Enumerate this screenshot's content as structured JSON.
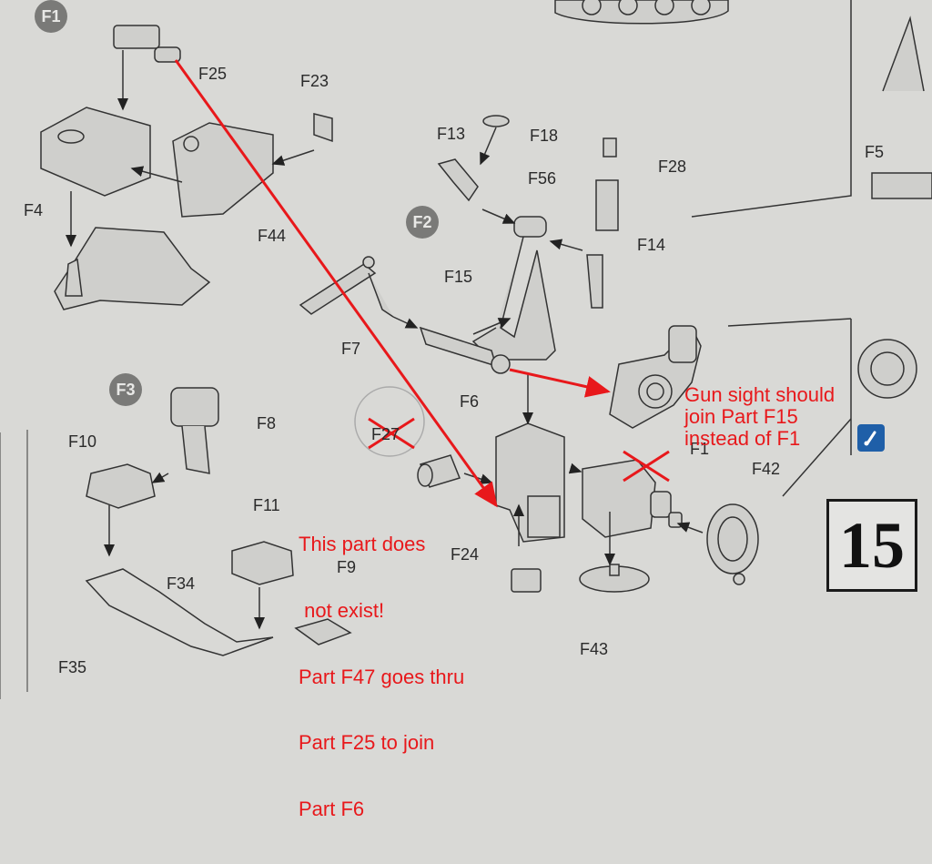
{
  "step": {
    "number": "15",
    "badges": [
      "F1",
      "F2",
      "F3"
    ]
  },
  "parts": {
    "F25": "F25",
    "F23": "F23",
    "F4": "F4",
    "F44": "F44",
    "F13": "F13",
    "F18": "F18",
    "F56": "F56",
    "F28": "F28",
    "F14": "F14",
    "F15": "F15",
    "F7": "F7",
    "F5": "F5",
    "F8": "F8",
    "F10": "F10",
    "F6": "F6",
    "F27": "F27",
    "F1": "F1",
    "F42": "F42",
    "F11": "F11",
    "F9": "F9",
    "F34": "F34",
    "F24": "F24",
    "F43": "F43",
    "F35": "F35"
  },
  "annotations": {
    "gun_sight_line1": "Gun sight should",
    "gun_sight_line2": "join Part F15",
    "gun_sight_line3": "instead of F1",
    "missing_line1": "This part does",
    "missing_line2": " not exist!",
    "missing_line3": "Part F47 goes thru",
    "missing_line4": "Part F25 to join",
    "missing_line5": "Part F6"
  },
  "colors": {
    "paper": "#d9d9d6",
    "ink": "#2a2a2a",
    "markup_red": "#e8181b",
    "info_blue": "#1f5fa8"
  }
}
